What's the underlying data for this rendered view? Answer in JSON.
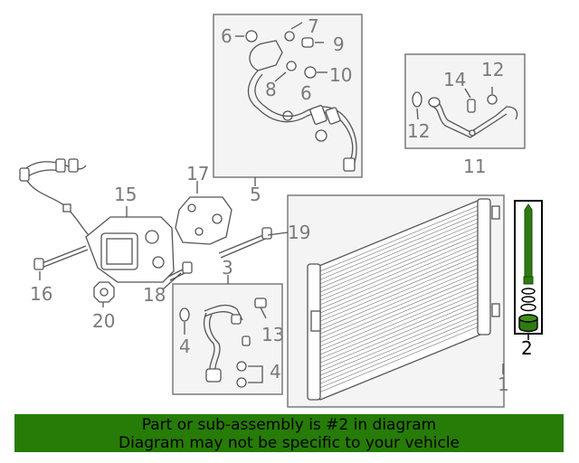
{
  "callouts": {
    "c1": "1",
    "c2": "2",
    "c3": "3",
    "c4a": "4",
    "c4b": "4",
    "c5": "5",
    "c6a": "6",
    "c6b": "6",
    "c7": "7",
    "c8": "8",
    "c9": "9",
    "c10": "10",
    "c11": "11",
    "c12a": "12",
    "c12b": "12",
    "c13": "13",
    "c14": "14",
    "c15": "15",
    "c16": "16",
    "c17": "17",
    "c18": "18",
    "c19": "19",
    "c20": "20"
  },
  "banner": {
    "line1": "Part or sub-assembly is #2 in diagram",
    "line2": "Diagram may not be specific to your vehicle"
  },
  "colors": {
    "banner": "#267c07",
    "highlight_part": "#2f7a12"
  }
}
